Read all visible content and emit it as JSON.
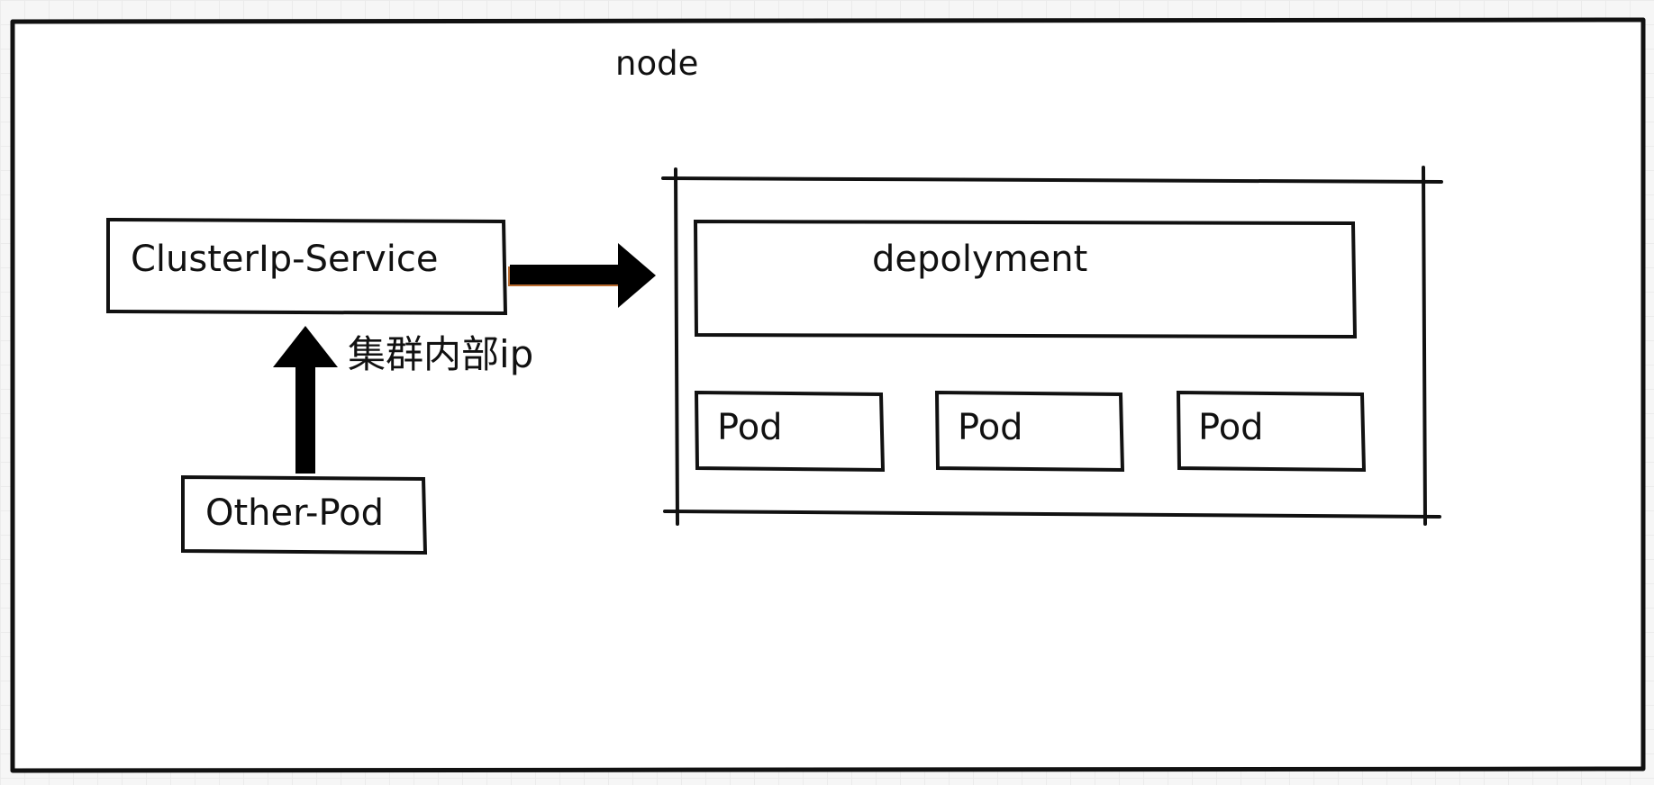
{
  "diagram": {
    "node_label": "node",
    "service_label": "ClusterIp-Service",
    "deployment_label": "depolyment",
    "pods": [
      "Pod",
      "Pod",
      "Pod"
    ],
    "other_pod_label": "Other-Pod",
    "edge_label": "集群内部ip"
  },
  "colors": {
    "stroke": "#111111",
    "fill": "#ffffff",
    "arrow": "#000000",
    "arrow_shadow": "#b86a2e",
    "grid_background": "#f6f6f6"
  }
}
